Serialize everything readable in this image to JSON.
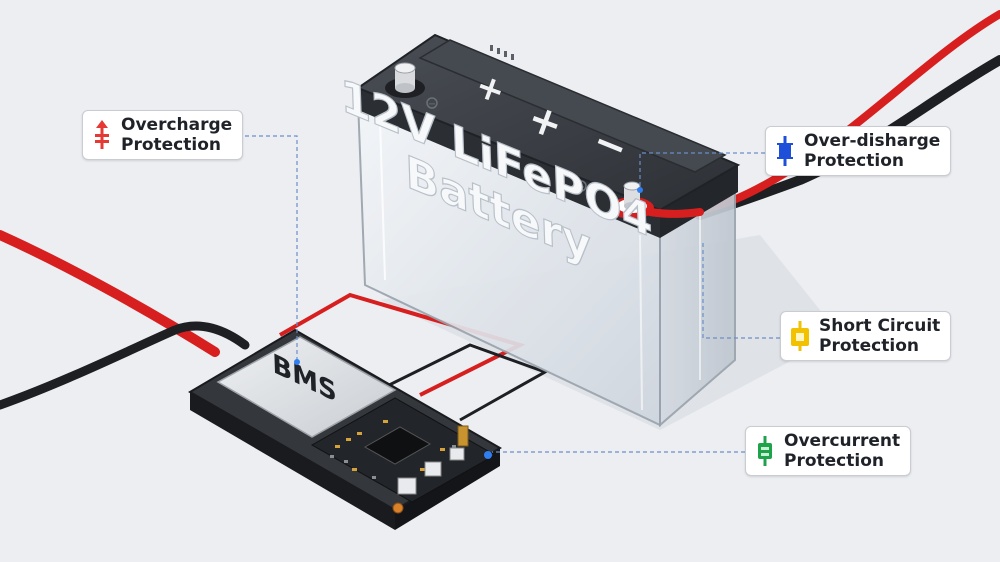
{
  "battery": {
    "label_line1": "12V LiFePO4",
    "label_line2": "Battery",
    "lid_symbols": {
      "plus_left": "+",
      "plus_center": "+",
      "minus": "−"
    }
  },
  "bms": {
    "label": "BMS"
  },
  "callouts": {
    "overcharge": {
      "line1": "Overcharge",
      "line2": "Protection",
      "icon": "arrow-up-fuse-icon",
      "color": "#e53935"
    },
    "overdischarge": {
      "line1": "Over-disharge",
      "line2": "Protection",
      "icon": "fuse-icon",
      "color": "#1e4fd8"
    },
    "short_circuit": {
      "line1": "Short Circuit",
      "line2": "Protection",
      "icon": "fuse-icon",
      "color": "#f2c200"
    },
    "overcurrent": {
      "line1": "Overcurrent",
      "line2": "Protection",
      "icon": "fuse-icon",
      "color": "#1fa34a"
    }
  },
  "colors": {
    "wire_red": "#d71f1f",
    "wire_black": "#1e1f22",
    "battery_lid": "#3b3e44",
    "battery_body": "#dfe4ea",
    "pcb": "#2a2c30",
    "leader_line": "#6b8fc9"
  }
}
